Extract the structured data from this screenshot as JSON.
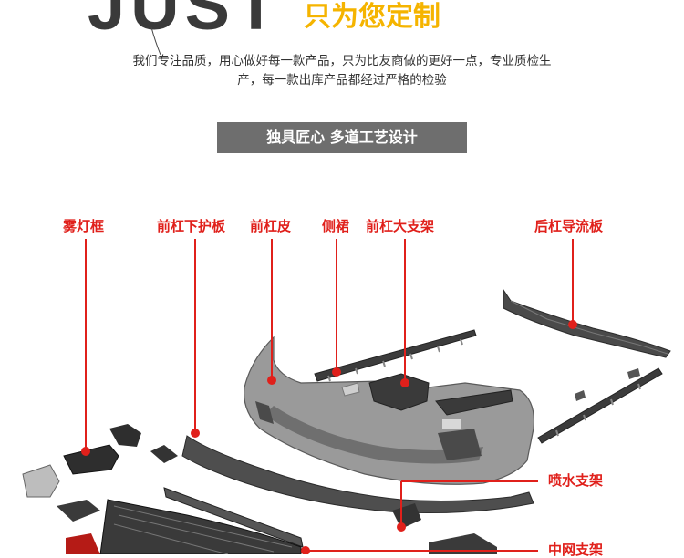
{
  "hero": {
    "word": "JUST",
    "title": "只为您定制"
  },
  "intro": {
    "line1": "我们专注品质，用心做好每一款产品，只为比友商做的更好一点，专业质检生",
    "line2": "产，每一款出库产品都经过严格的检验"
  },
  "banner": {
    "text": "独具匠心 多道工艺设计"
  },
  "callouts": {
    "fog_frame": "雾灯框",
    "lower_guard": "前杠下护板",
    "bumper_skin": "前杠皮",
    "side_skirt": "侧裙",
    "bumper_bracket": "前杠大支架",
    "rear_diffuser": "后杠导流板",
    "washer_bracket": "喷水支架",
    "grille_bracket": "中网支架"
  },
  "colors": {
    "accent_red": "#e0201b",
    "hero_yellow": "#f5b400",
    "banner_gray": "#6e6e6e"
  }
}
